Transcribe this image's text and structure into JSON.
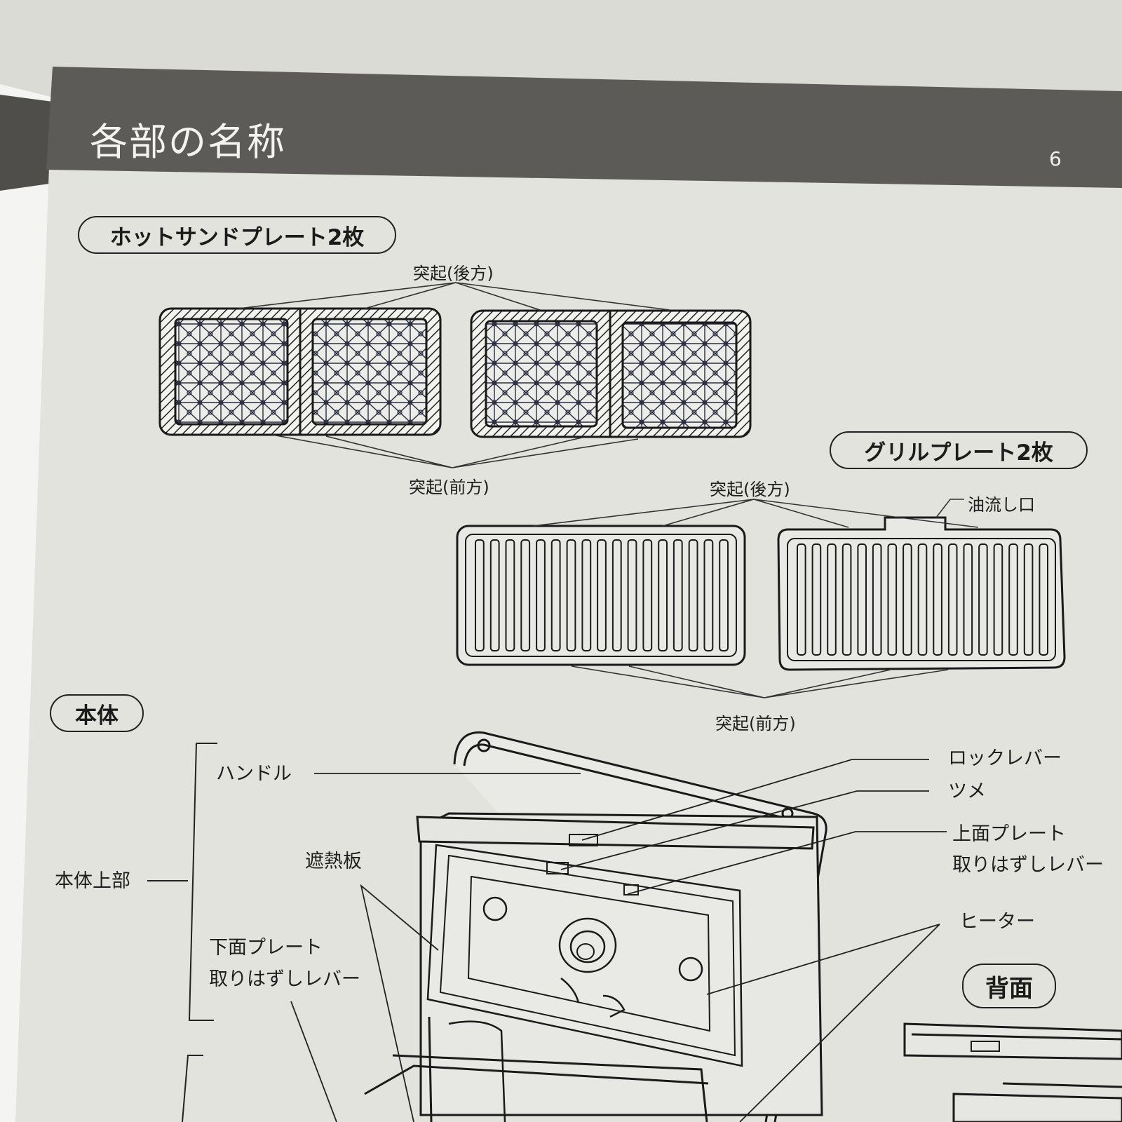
{
  "header": {
    "title": "各部の名称",
    "page_number": "6"
  },
  "sections": {
    "hot_sand": {
      "title": "ホットサンドプレート2枚",
      "rear_label": "突起(後方)",
      "front_label": "突起(前方)"
    },
    "grill": {
      "title": "グリルプレート2枚",
      "rear_label": "突起(後方)",
      "front_label": "突起(前方)",
      "drain_label": "油流し口"
    },
    "body": {
      "title": "本体",
      "upper_group": "本体上部",
      "labels": {
        "handle": "ハンドル",
        "lock_lever": "ロックレバー",
        "claw": "ツメ",
        "upper_release_1": "上面プレート",
        "upper_release_2": "取りはずしレバー",
        "heat_shield": "遮熱板",
        "lower_release_1": "下面プレート",
        "lower_release_2": "取りはずしレバー",
        "heater": "ヒーター"
      },
      "back_view": "背面"
    }
  },
  "colors": {
    "header_band": "#5c5b58",
    "paper": "#e2e2dd",
    "ink": "#1e1e1e"
  }
}
